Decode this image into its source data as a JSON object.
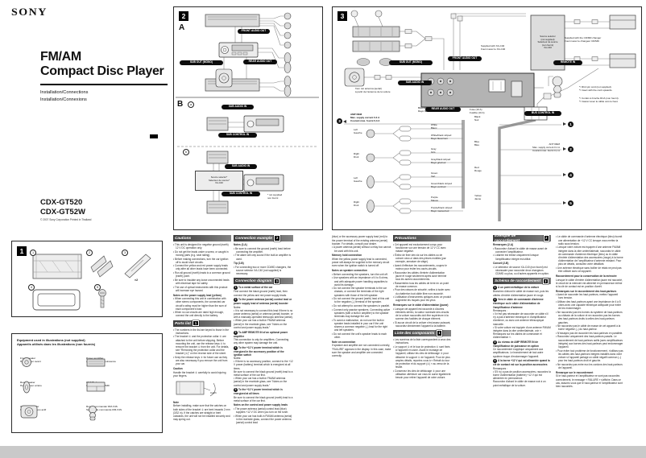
{
  "page": {
    "brand": "SONY",
    "part_number": "3-217-580-11 (1)",
    "title_line1": "FM/AM",
    "title_line2": "Compact Disc Player",
    "subtitle_en": "Installation/Connections",
    "subtitle_fr": "Installation/Connexions",
    "model1": "CDX-GT520",
    "model2": "CDX-GT52W",
    "copyright": "© 2007 Sony Corporation   Printed in Thailand"
  },
  "callouts": {
    "front_audio_out": "FRONT AUDIO OUT",
    "rear_audio_out": "REAR AUDIO OUT",
    "sub_out_mono": "SUB OUT (MONO)",
    "sub_audio_in": "SUB AUDIO IN",
    "sub_control_in": "SUB CONTROL IN",
    "remote_in": "REMOTE IN",
    "bus_control_in": "BUS CONTROL IN"
  },
  "section2": {
    "badge": "2",
    "label_a": "A",
    "label_b": "B",
    "marker_a": "a",
    "marker_b": "b",
    "source_selector": "Source selector*\nSélecteur de source*\nXA-C40",
    "footnote": "* not supplied\nnon fourni"
  },
  "section3": {
    "badge": "3",
    "from_antenna": "from car antenna (aerial)\nà partir de l'antenne de la voiture",
    "fuse": "Fuse (10 A)\nFusible (10 A)",
    "supplied_xac40": "Supplied with XA-C40\nFourni avec le XA-C40",
    "supplied_changer": "Supplied with the CD/MD changer\nFourni avec le changeur CD/MD",
    "source_selector": "Source selector\n(not supplied)\nSélecteur de source\n(non fourni)\nXA-C40",
    "notes_en": "*¹ RCA pin cord (not supplied).\n*² Insert with the cord upwards.",
    "notes_fr": "*¹ Cordon à broche RCA (non fourni).\n*² Insérez avec le câble vers le haut.",
    "amp_rem": "AMP REM\nMax. supply current 0.3 A\nCourant max. fourni 0,3 A",
    "amp_rem_num": "3",
    "blue_white": "Blue/white striped\nRayé bleu/blanc",
    "speakers": [
      {
        "pos": "Left\nGauche",
        "wire": "White\nBlanc",
        "stripe": "White/black striped\nRayé blanc/noir"
      },
      {
        "pos": "Right\nDroit",
        "wire": "Gray\nGris",
        "stripe": "Gray/black striped\nRayé gris/noir"
      },
      {
        "pos": "Left\nGauche",
        "wire": "Green\nVert",
        "stripe": "Green/black striped\nRayé vert/noir"
      },
      {
        "pos": "Right\nDroit",
        "wire": "Purple\nMauve",
        "stripe": "Purple/black striped\nRayé mauve/noir"
      }
    ],
    "power": [
      {
        "label": "Black\nNoir",
        "num": "1",
        "extra": ""
      },
      {
        "label": "Blue\nBleu",
        "num": "2",
        "extra": "ANT REM\nMax. supply current 0.1 A\nCourant max. fourni 0,1 A"
      },
      {
        "label": "Red\nRouge",
        "num": "4",
        "extra": ""
      },
      {
        "label": "Yellow\nJaune",
        "num": "5",
        "extra": ""
      }
    ]
  },
  "section1": {
    "badge": "1",
    "markers": [
      "1",
      "2",
      "3",
      "4",
      "5"
    ],
    "qty_keys": "×2"
  },
  "equipment": {
    "header_en": "Equipment used in illustrations (not supplied)",
    "header_fr": "Appareils utilisés dans les illustrations (non fournis)",
    "items": [
      {
        "label": "Front speaker\nHaut-parleur avant"
      },
      {
        "label": "Power amplifier\nAmplificateur de puissance"
      },
      {
        "label": "Rear speaker\nHaut-parleur arrière"
      },
      {
        "label": "CD/MD changer\nChangeur de CD/MD"
      },
      {
        "label": "Active subwoofer\nCaisson de graves actif"
      },
      {
        "label": "Rotary commander RM-X4S\nSatellite de commande RM-X4S"
      }
    ]
  },
  "col1": {
    "h1": "Cautions",
    "cautions": [
      "This unit is designed for negative ground (earth) 12 V DC operation only.",
      "Do not get the leads under a screw, or caught in moving parts (e.g. seat railing).",
      "Before making connections, turn the car ignition off to avoid short circuits.",
      "Connect the yellow and red power supply leads only after all other leads have been connected.",
      "Run all ground (earth) leads to a common ground (earth) point.",
      "Be sure to insulate any loose unconnected leads with electrical tape for safety.",
      "The use of optical instruments with this product will increase eye hazard."
    ],
    "h2": "Notes on the power supply lead (yellow)",
    "notes": [
      "When connecting this unit in combination with other stereo components, the connected car circuit's rating must be higher than the sum of each component's fuse.",
      "When no car circuits are rated high enough, connect the unit directly to the battery."
    ],
    "h3": "Parts list",
    "h3_badge": "1",
    "parts": [
      "The numbers in the list are keyed to those in the instructions.",
      "The bracket ① and the protection collar ④ are attached to the unit before shipping. Before mounting the unit, use the release keys ③ to remove the bracket ① from the unit. For details, see “Removing the protection collar and the bracket (①)” on the reverse side of the sheet.",
      "Keep the release keys ③ for future use as they are also necessary if you remove the unit from your car."
    ],
    "h4": "Caution",
    "caution": "Handle the bracket ① carefully to avoid injuring your fingers.",
    "catch_label": "Catch",
    "h5": "Note",
    "note": "Before installing, make sure that the catches on both sides of the bracket ① are bent inwards 2 mm (3/32 in). If the catches are straight or bent outwards, the unit will not be installed securely and may spring out."
  },
  "col2": {
    "h1": "Connection example",
    "h1_badge": "2",
    "notes_h": "Notes (2-A)",
    "notes": [
      "Be sure to connect the ground (earth) lead before connecting the amplifier.",
      "The alarm will only sound if the built-in amplifier is used."
    ],
    "tip_h": "Tip (2-B)",
    "tips": [
      "For connecting two or more CD/MD changers, the source selector XA-C40 (not supplied) is necessary."
    ],
    "h2": "Connection diagram",
    "h2_badge": "3",
    "items": [
      {
        "num": "1",
        "t": "To a metal surface of the car",
        "b": "First connect the black ground (earth) lead, then connect the yellow and red power supply leads."
      },
      {
        "num": "2",
        "t": "To the power antenna (aerial) control lead or power supply lead of antenna (aerial) booster",
        "b": "Notes:\n• It is not necessary to connect this lead if there is no power antenna (aerial) or antenna (aerial) booster, or with a manually-operated telescopic antenna (aerial).\n• When your car has a built-in FM/AM antenna (aerial) in the rear/side glass, see “Notes on the control and power supply leads.”"
      },
      {
        "num": "3",
        "t": "To AMP REMOTE IN of an optional power amplifier",
        "b": "This connection is only for amplifiers. Connecting any other system may damage the unit."
      },
      {
        "num": "4",
        "t": "To the +12 V power terminal which is energized in the accessory position of the ignition switch",
        "b": "Notes:\n• If there is no accessory position, connect to the +12 V power (battery) terminal which is energized at all times.\nBe sure to connect the black ground (earth) lead to a metal surface of the car first.\n• When your car has a built-in FM/AM antenna (aerial) in the rear/side glass, see “Notes on the control and power supply leads.”"
      },
      {
        "num": "5",
        "t": "To the +12 V power terminal which is energized at all times",
        "b": "Be sure to connect the black ground (earth) lead to a metal surface of the car first."
      }
    ],
    "ctrl_h": "Notes on the control and power supply leads",
    "ctrl": [
      "The power antenna (aerial) control lead (blue) supplies +12 V DC when you turn on the tuner.",
      "When your car has built-in FM/AM antenna (aerial) in the rear/side glass, connect the power antenna (aerial) control lead"
    ]
  },
  "col3": {
    "cont": "(blue) or the accessory power supply lead (red) to the power terminal of the existing antenna (aerial) booster. For details, consult your dealer.",
    "cont2": "A power antenna (aerial) without a relay box cannot be used with this unit.",
    "mem_h": "Memory hold connection",
    "mem": "When the yellow power supply lead is connected, power will always be supplied to the memory circuit even when the ignition switch is turned off.",
    "spk_h": "Notes on speaker connection",
    "spk": [
      "Before connecting the speakers, turn the unit off.",
      "Use speakers with an impedance of 4 to 8 ohms, and with adequate power handling capacities to avoid its damage.",
      "Do not connect the speaker terminals to the car chassis, or connect the terminals of the right speakers with those of the left speaker.",
      "Do not connect the ground (earth) lead of this unit to the negative (–) terminal of the speaker.",
      "Do not attempt to connect the speakers in parallel.",
      "Connect only passive speakers. Connecting active speakers (with a built-in amplifier) to the speaker terminals may damage the unit.",
      "To avoid a malfunction, do not use the built-in speaker leads installed in your car if the unit shares a common negative (–) lead for the right and left speakers.",
      "Do not connect the unit's speaker leads to each other."
    ],
    "conn_h": "Note on connection",
    "conn": "If speaker and amplifier are not connected correctly, “FAILURE” appears in the display. In this case, make sure the speaker and amplifier are connected correctly."
  },
  "col4": {
    "h1": "Précautions",
    "prec": [
      "Cet appareil est exclusivement conçu pour fonctionner sur une tension de 12 V CC avec masse négative.",
      "Évitez de fixer des vis sur les câbles ou de coincer ceux-ci dans des pièces mobiles (par exemple, armature de siège).",
      "Avant d'effectuer les raccordements, coupez le moteur pour éviter les courts-circuits.",
      "Raccordez les câbles d'entrée d'alimentation jaune et rouge seulement après avoir terminé tous les autres raccordements.",
      "Rassemblez tous les câbles de terre en un point de masse commun.",
      "Pour des raisons de sécurité, veillez à isoler avec du chatterton tout câble libre non raccordé.",
      "L'utilisation d'instruments optiques avec ce produit augmente les risques pour les yeux."
    ],
    "rem_h": "Remarques sur le câble d'alimentation (jaune)",
    "rem": [
      "Lorsque cet appareil est raccordé à d'autres éléments stéréo, la valeur nominale des circuits de la voiture raccordés doit être supérieure à la somme des fusibles de chaque élément.",
      "Si aucun circuit de la voiture n'est assez puissant, raccordez directement l'appareil à la batterie."
    ],
    "h2": "Liste des composants",
    "h2_badge": "1",
    "liste": [
      "Les numéros de la liste correspondent à ceux des instructions.",
      "Le support ① et le tour de protection ④ sont fixés à l'appareil en usine. Avant le montage de l'appareil, utilisez les clés de déblocage ③ pour détacher le support ① de l'appareil. Pour de plus amples détails, reportez-vous à « Retrait du tour de protection et du support (①) » au verso de la feuille.",
      "Conservez les clés de déblocage ③ pour une utilisation ultérieure car vous en aurez également besoin pour retirer l'appareil de votre voiture."
    ]
  },
  "col5": {
    "h1": "Exemple de raccordement",
    "h1_badge": "2",
    "rem_h": "Remarques (2-A)",
    "rem": [
      "Raccordez d'abord le câble de masse avant de connecter l'amplificateur.",
      "L'alarme est émise uniquement lorsque l'amplificateur intégré est utilisé."
    ],
    "conseil_h": "Conseil (2-B)",
    "conseil": [
      "Le sélecteur de source XA-C40 (non fourni) est nécessaire pour raccorder deux changeurs CD/MD ou plus, ou d'autres appareils en option."
    ],
    "h2": "Schéma de raccordement",
    "h2_badge": "3",
    "items": [
      {
        "num": "1",
        "t": "À un point métallique de la voiture",
        "b": "Branchez d'abord le câble de masse noir, puis les câbles d'entrée d'alimentation jaune et rouge."
      },
      {
        "num": "2",
        "t": "Vers le câble de commande d'antenne électrique ou le câble d'alimentation de l'amplificateur d'antenne",
        "b": "Remarques :\n• Il n'est pas nécessaire de raccorder ce câble s'il n'y a pas d'antenne électrique ni d'amplificateur d'antenne, ou avec une antenne télescopique manuelle.\n• Si votre voiture est équipée d'une antenne FM/AM intégrée dans la vitre arrière/latérale, voir « Remarques sur les câbles de commande et d'alimentation »."
      },
      {
        "num": "3",
        "t": "Au niveau de AMP REMOTE IN de l'amplificateur de puissance en option",
        "b": "Ce raccordement s'applique uniquement aux amplificateurs. Le branchement de tout autre système risque d'endommager l'appareil."
      },
      {
        "num": "4",
        "t": "À la borne +12 V qui est alimentée quand la clé de contact est sur la position accessoires",
        "b": "Remarques :\n• S'il n'y a pas de position accessoires, raccordez la borne d'alimentation (batterie) +12 V qui est alimentée en permanence.\nRaccordez d'abord le câble de masse noir à un point métallique de la voiture."
      }
    ]
  },
  "col6": {
    "ant": [
      "Le câble de commande d'antenne électrique (bleu) fournit une alimentation de +12 V CC lorsque vous mettez la radio sous tension.",
      "Lorsque votre voiture est équipée d'une antenne FM/AM intégrée dans la vitre arrière/latérale, raccordez le câble de commande d'antenne électrique (bleu) ou le câble d'entrée d'alimentation des accessoires (rouge) à la borne d'alimentation de l'amplificateur d'antenne existant. Pour plus de détails, consultez votre détaillant.",
      "Une antenne électrique sans boîtier de relais ne peut pas être utilisée avec cet appareil."
    ],
    "mem_h": "Raccordement pour la conservation de la mémoire",
    "mem": "Lorsque le câble d'entrée d'alimentation jaune est raccordé, le circuit de la mémoire est alimenté en permanence même si la clé de contact est en position d'arrêt.",
    "hp_h": "Remarques sur le raccordement des haut-parleurs",
    "hp": [
      "Avant de raccorder les haut-parleurs, mettez l'appareil hors tension.",
      "Utilisez des haut-parleurs ayant une impédance de 4 à 8 ohms avec une capacité électrique adéquate pour éviter de les endommager.",
      "Ne raccordez pas les bornes du système de haut-parleurs au châssis de la voiture et ne raccordez pas les bornes des haut-parleurs droits à celles des haut-parleurs gauches.",
      "Ne raccordez pas le câble de masse de cet appareil à la borne négative (–) du haut-parleur.",
      "N'essayez pas de raccorder les haut-parleurs en parallèle.",
      "Raccordez uniquement des haut-parleurs passifs. Le raccordement de haut-parleurs actifs (avec amplificateurs intégrés) aux bornes des haut-parleurs peut endommager l'appareil.",
      "Pour éviter tout problème de fonctionnement, n'utilisez pas les câbles des haut-parleurs intégrés installés dans votre voiture si l'appareil partage un câble négatif commun (–) pour les haut-parleurs droit et gauche.",
      "Ne raccordez pas entre eux les cordons des haut-parleurs de l'appareil."
    ],
    "note_h": "Remarque sur le raccordement",
    "note": "Si le haut-parleur et l'amplificateur ne sont pas raccordés correctement, le message « FAILURE » s'affiche. Dans ce cas, assurez-vous que le haut-parleur et l'amplificateur sont bien raccordés."
  }
}
